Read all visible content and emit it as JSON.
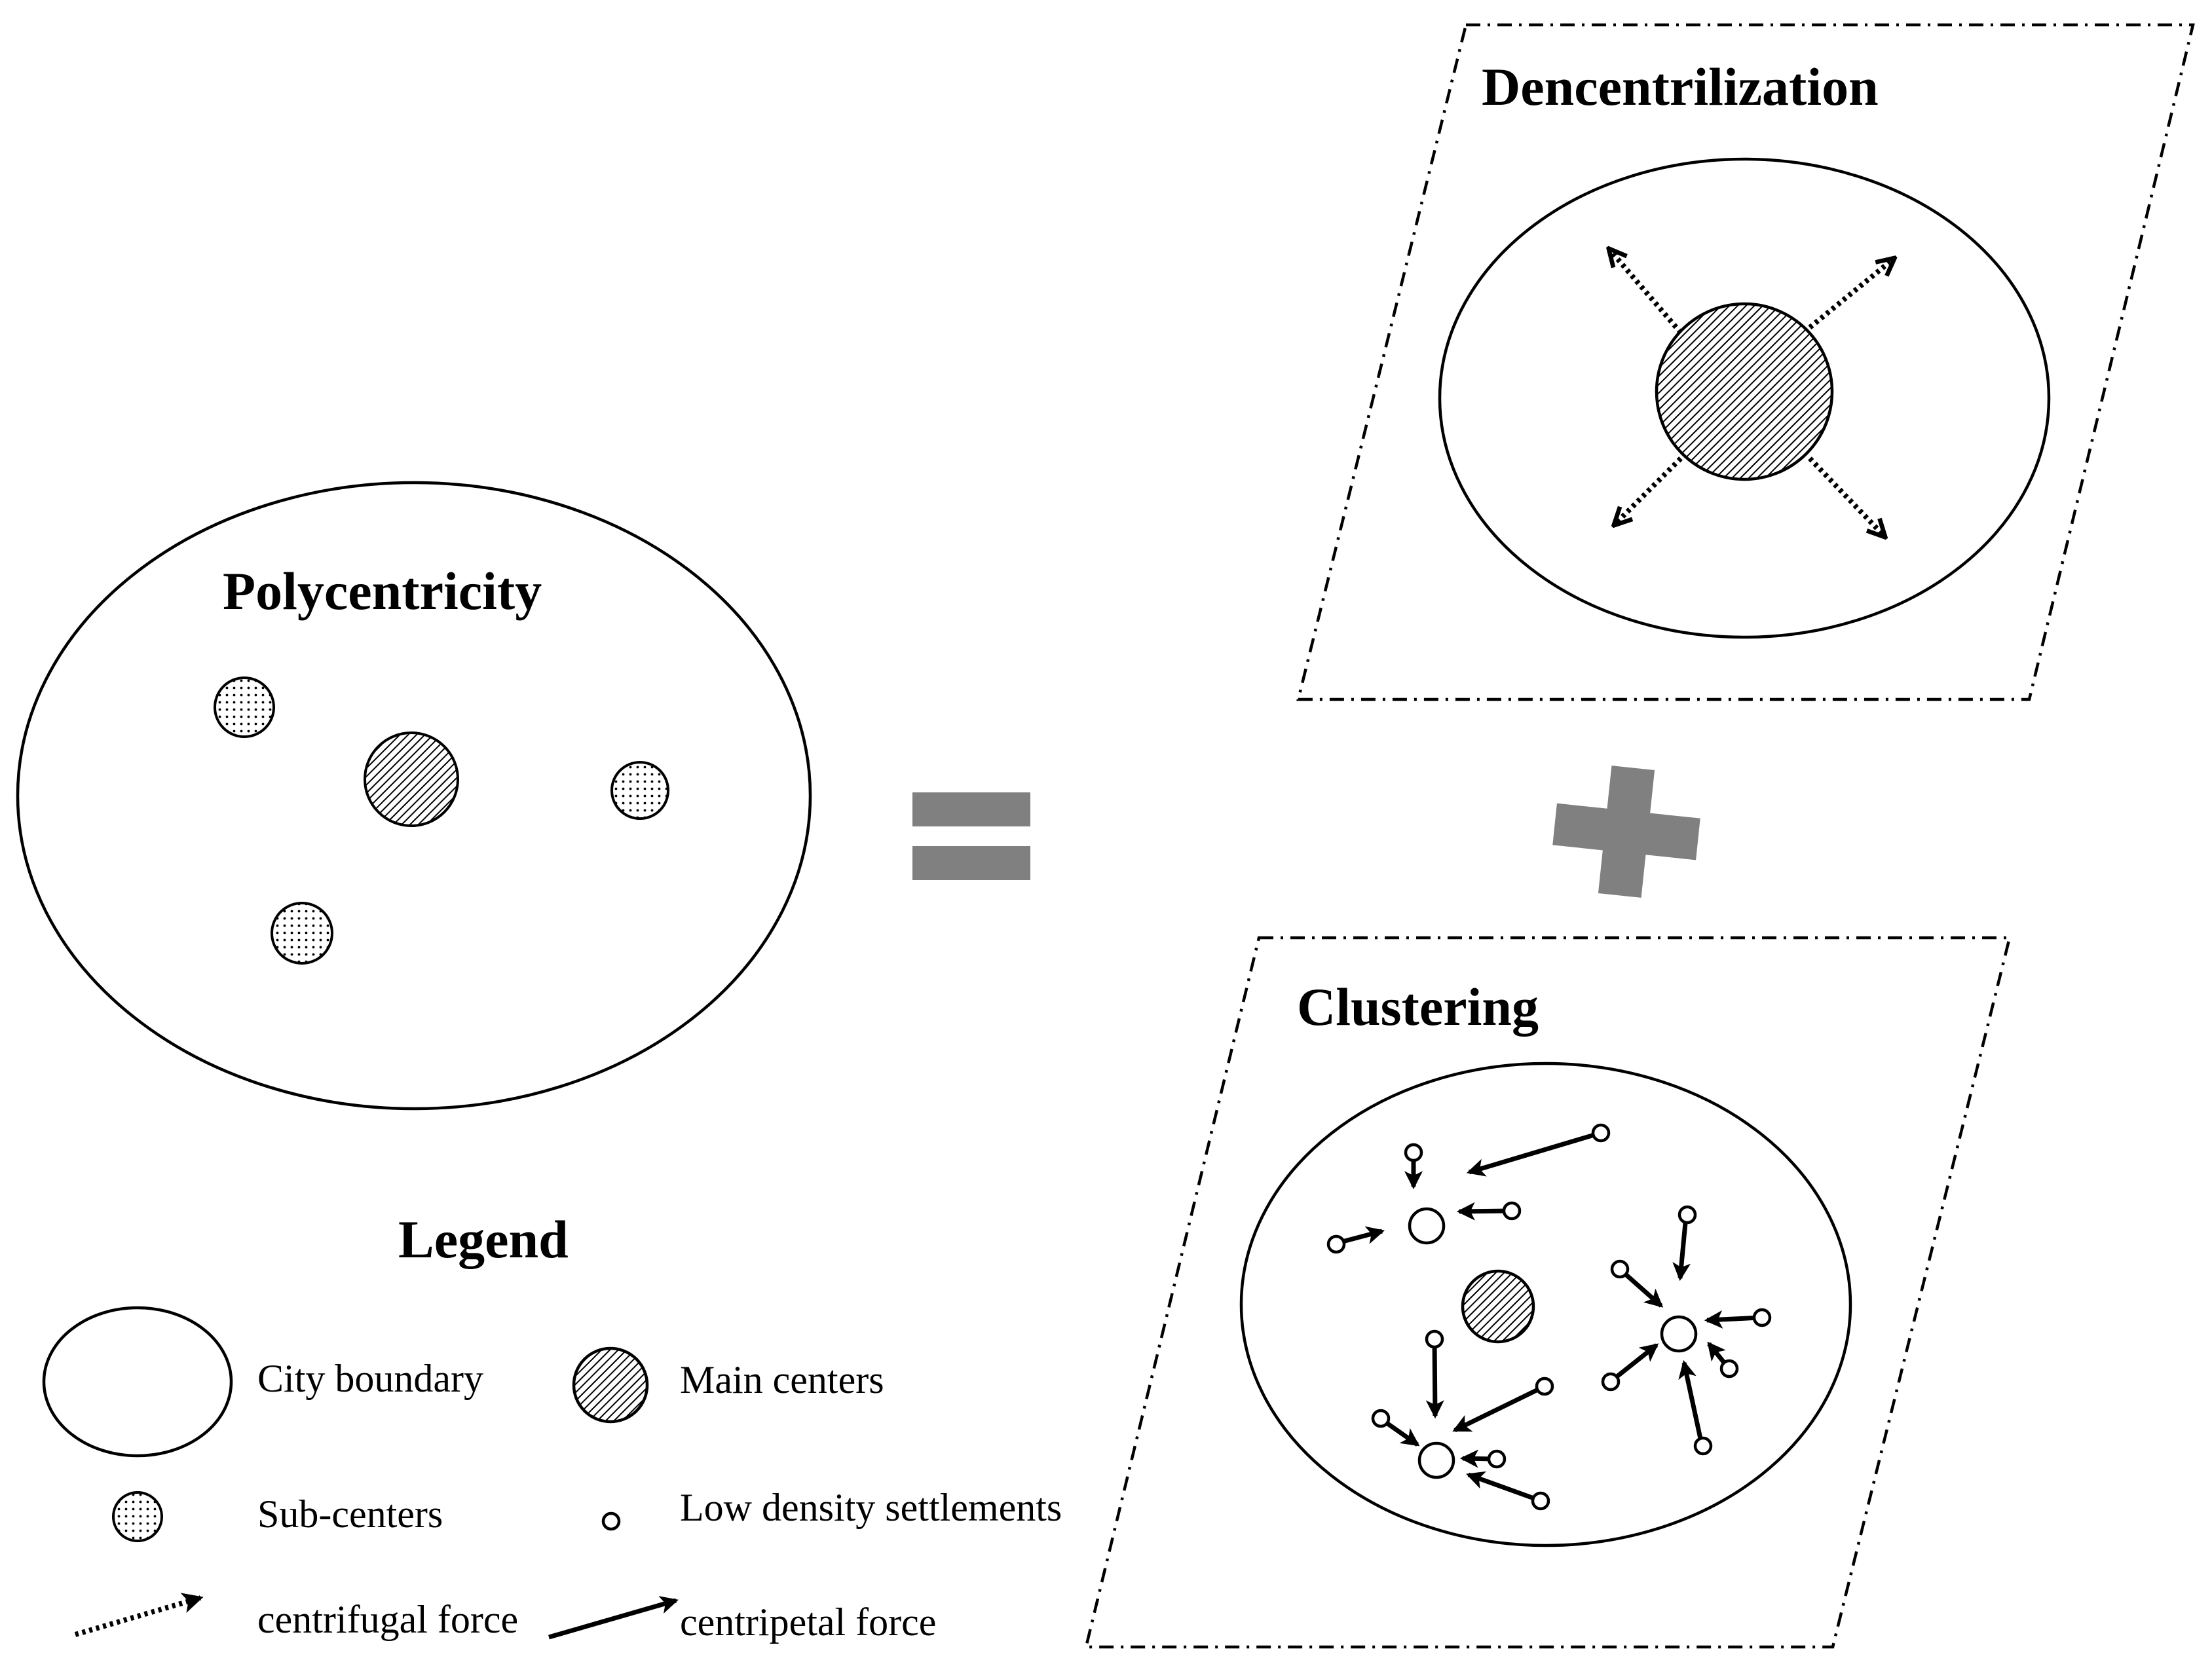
{
  "titles": {
    "left": "Polycentricity",
    "decentralization": "Dencentrilization",
    "clustering": "Clustering",
    "legend": "Legend"
  },
  "legend_items": {
    "city_boundary": "City boundary",
    "main_centers": "Main centers",
    "sub_centers": "Sub-centers",
    "low_density": "Low density settlements",
    "centrifugal": "centrifugal force",
    "centripetal": "centripetal force"
  },
  "colors": {
    "operator_gray": "#808080",
    "line": "#000000",
    "background": "#ffffff"
  },
  "symbols": {
    "equals": "equals-sign",
    "plus": "plus-sign"
  }
}
